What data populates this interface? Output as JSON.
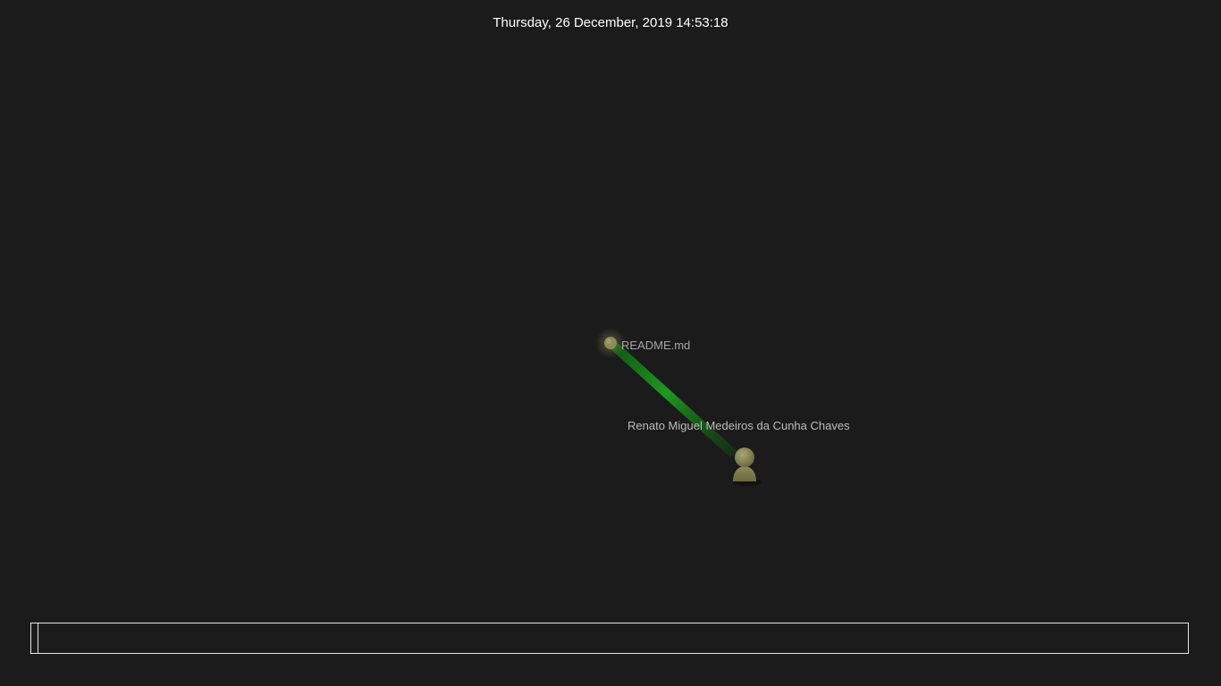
{
  "header": {
    "datetime": "Thursday, 26 December, 2019 14:53:18"
  },
  "visualization": {
    "file_node": {
      "label": "README.md",
      "icon": "file-node-icon"
    },
    "user_node": {
      "label": "Renato Miguel Medeiros da Cunha Chaves",
      "icon": "user-avatar-icon"
    },
    "edge_color": "#1f9a1f",
    "node_color": "#8e8c58",
    "background_color": "#1b1b1b"
  },
  "timeline": {
    "position": 0
  }
}
